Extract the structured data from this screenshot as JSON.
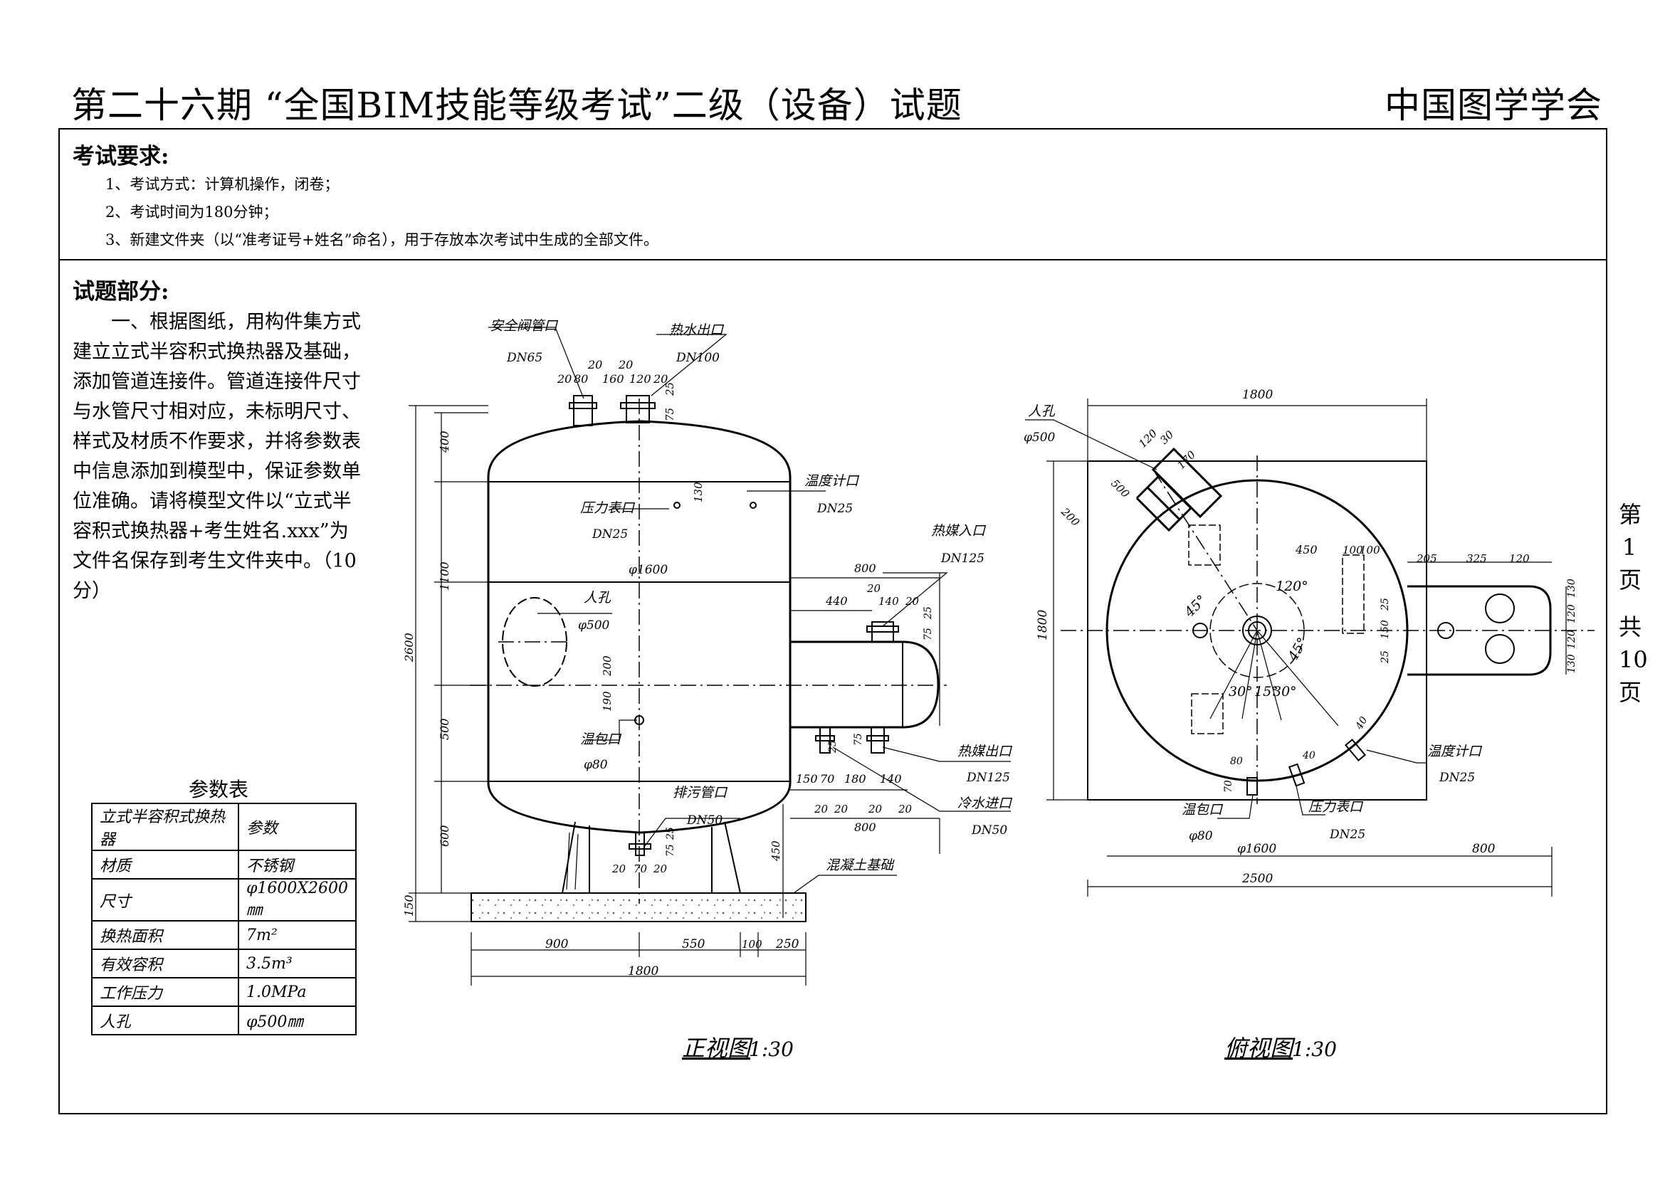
{
  "header": {
    "title": "第二十六期 “全国BIM技能等级考试”二级（设备）试题",
    "organization": "中国图学学会"
  },
  "requirements": {
    "heading": "考试要求:",
    "items": [
      "1、考试方式：计算机操作，闭卷；",
      "2、考试时间为180分钟；",
      "3、新建文件夹（以“准考证号+姓名”命名），用于存放本次考试中生成的全部文件。"
    ]
  },
  "question": {
    "heading": "试题部分:",
    "text": "一、根据图纸，用构件集方式建立立式半容积式换热器及基础，添加管道连接件。管道连接件尺寸与水管尺寸相对应，未标明尺寸、样式及材质不作要求，并将参数表中信息添加到模型中，保证参数单位准确。请将模型文件以“立式半容积式换热器+考生姓名.xxx”为文件名保存到考生文件夹中。（10分）"
  },
  "param_table": {
    "title": "参数表",
    "rows": [
      [
        "立式半容积式换热器",
        "参数"
      ],
      [
        "材质",
        "不锈钢"
      ],
      [
        "尺寸",
        "φ1600X2600㎜"
      ],
      [
        "换热面积",
        "7m²"
      ],
      [
        "有效容积",
        "3.5m³"
      ],
      [
        "工作压力",
        "1.0MPa"
      ],
      [
        "人孔",
        "φ500㎜"
      ]
    ]
  },
  "page_info": {
    "chars": [
      "第",
      "1",
      "页",
      "共",
      "10",
      "页"
    ]
  },
  "front_view": {
    "caption": "正视图",
    "scale": "1:30",
    "labels": {
      "safety_valve": "安全阀管口",
      "safety_valve_dn": "DN65",
      "hot_water_out": "热水出口",
      "hot_water_out_dn": "DN100",
      "temp_gauge": "温度计口",
      "temp_gauge_dn": "DN25",
      "pressure_gauge": "压力表口",
      "pressure_gauge_dn": "DN25",
      "heat_in": "热媒入口",
      "heat_in_dn": "DN125",
      "manhole": "人孔",
      "manhole_dia": "φ500",
      "diameter": "φ1600",
      "bulb": "温包口",
      "bulb_dn": "φ80",
      "heat_out": "热媒出口",
      "heat_out_dn": "DN125",
      "cold_in": "冷水进口",
      "cold_in_dn": "DN50",
      "drain": "排污管口",
      "drain_dn": "DN50",
      "foundation": "混凝土基础"
    },
    "dims": {
      "top_a": "20",
      "top_b": "80",
      "top_c": "20",
      "top_d": "160",
      "top_e": "20",
      "top_f": "120",
      "top_g": "20",
      "top_25": "25",
      "top_75": "75",
      "d130": "130",
      "h400": "400",
      "h1100": "1100",
      "h500": "500",
      "h600": "600",
      "h150": "150",
      "h2600": "2600",
      "d200": "200",
      "d190": "190",
      "d450": "450",
      "r800": "800",
      "r440": "440",
      "r20a": "20",
      "r140": "140",
      "r20b": "20",
      "r25": "25",
      "r75": "75",
      "b150": "150",
      "b70": "70",
      "b180": "180",
      "b140": "140",
      "b20a": "20",
      "b20b": "20",
      "b20c": "20",
      "b20d": "20",
      "b800": "800",
      "b25": "25",
      "b75": "75",
      "dr20a": "20",
      "dr70": "70",
      "dr20b": "20",
      "dr25": "25",
      "dr75": "75",
      "f900": "900",
      "f550": "550",
      "f100": "100",
      "f250": "250",
      "f1800": "1800"
    }
  },
  "top_view": {
    "caption": "俯视图",
    "scale": "1:30",
    "labels": {
      "manhole": "人孔",
      "manhole_dia": "φ500",
      "temp_gauge": "温度计口",
      "temp_gauge_dn": "DN25",
      "bulb": "温包口",
      "bulb_dn": "φ80",
      "pressure_gauge": "压力表口",
      "pressure_gauge_dn": "DN25",
      "diameter": "φ1600"
    },
    "dims": {
      "w1800": "1800",
      "h1800": "1800",
      "w2500": "2500",
      "w800": "800",
      "m120": "120",
      "m30": "30",
      "m170": "170",
      "m500": "500",
      "m200": "200",
      "d450": "450",
      "d100a": "100",
      "d100b": "100",
      "d205": "205",
      "d325": "325",
      "d120": "120",
      "v25a": "25",
      "v150": "150",
      "v25b": "25",
      "v130a": "130",
      "v120a": "120",
      "v120b": "120",
      "v130b": "130",
      "t40a": "40",
      "t80": "80",
      "t70": "70",
      "t40b": "40"
    },
    "angles": {
      "a45a": "45°",
      "a120": "120°",
      "a45b": "45°",
      "a30a": "30°",
      "a15": "15°",
      "a30b": "30°"
    }
  }
}
